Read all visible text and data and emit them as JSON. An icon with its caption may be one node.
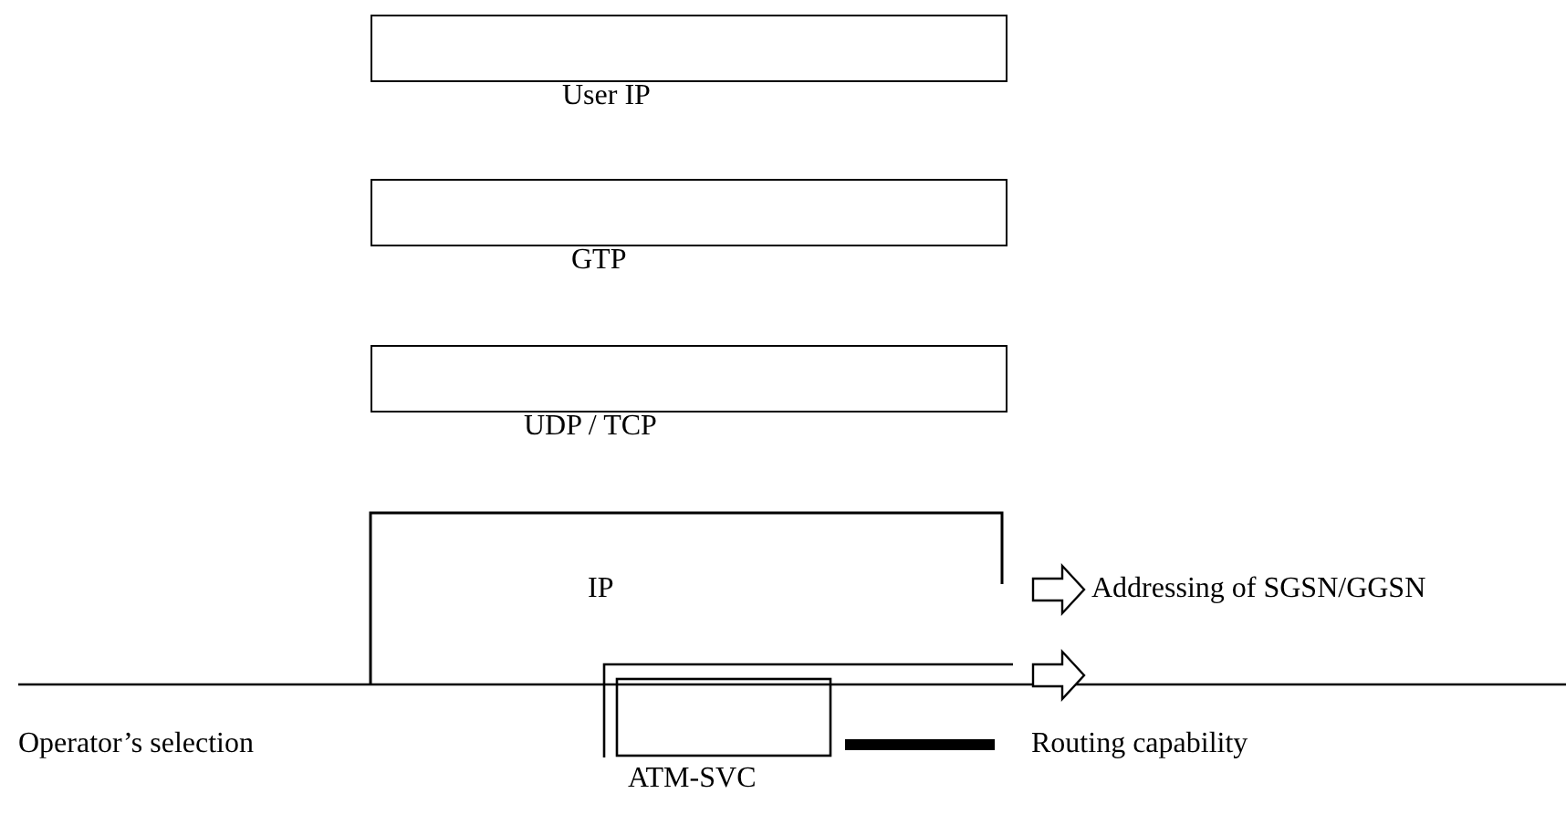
{
  "diagram": {
    "nodes": [
      {
        "text": [
          "User IP"
        ]
      },
      {
        "text": [
          "GTP"
        ]
      },
      {
        "text": [
          "UDP / TCP"
        ]
      },
      {
        "text": [
          "IP"
        ]
      },
      {
        "text": [
          "ATM-SVC"
        ]
      }
    ],
    "labels": [
      "Addressing of SGSN/GGSN",
      "Operator’s selection"
    ],
    "legend": [
      {
        "text": "Routing capability"
      }
    ]
  }
}
